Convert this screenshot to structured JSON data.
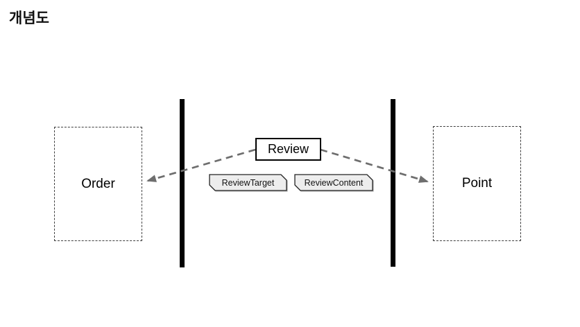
{
  "page": {
    "title": "개념도"
  },
  "diagram": {
    "left_entity": {
      "label": "Order"
    },
    "right_entity": {
      "label": "Point"
    },
    "center_box": {
      "label": "Review"
    },
    "tags": [
      {
        "label": "ReviewTarget"
      },
      {
        "label": "ReviewContent"
      }
    ],
    "colors": {
      "boundary_bar": "#020202",
      "arrow": "#6e6e6e",
      "tag_fill": "#ededed",
      "tag_border": "#222222",
      "box_border": "#000000",
      "dashed_border": "#3d3d3d"
    }
  }
}
